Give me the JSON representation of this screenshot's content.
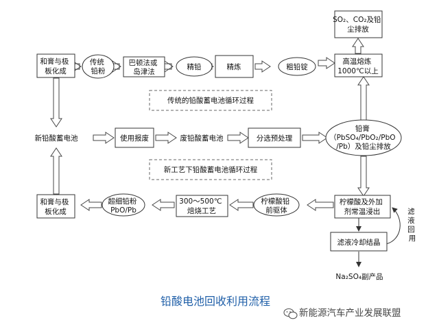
{
  "nodes": {
    "so2_emission": [
      "SO₂、CO₂及铅",
      "尘排放"
    ],
    "high_temp_smelting": [
      "高温熔炼",
      "1000℃以上"
    ],
    "crude_lead_ingot": [
      "粗铅锭"
    ],
    "refining": [
      "精炼"
    ],
    "refined_lead": [
      "精铅"
    ],
    "barton_process": [
      "巴顿法或",
      "岛津法"
    ],
    "traditional_lead_powder": [
      "传统",
      "铅粉"
    ],
    "paste_plate_top": [
      "和膏与极",
      "板化成"
    ],
    "new_battery": [
      "新铅酸蓄电池"
    ],
    "use_scrap": [
      "使用报废"
    ],
    "waste_battery": [
      "废铅酸蓄电池"
    ],
    "sorting_pretreat": [
      "分选预处理"
    ],
    "lead_paste": [
      "铅膏",
      "（PbSO₄/PbO₂/PbO",
      "/Pb）及铅尘排放"
    ],
    "citric_leach": [
      "柠檬酸及外加",
      "剂常温浸出"
    ],
    "lead_citrate_precursor": [
      "柠檬酸铅",
      "前驱体"
    ],
    "roasting": [
      "300～500℃",
      "焙烧工艺"
    ],
    "ultrafine_powder": [
      "超细铅粉",
      "PbO/Pb"
    ],
    "paste_plate_bottom": [
      "和膏与极",
      "板化成"
    ],
    "filtrate_cooling": [
      "滤液冷却结晶"
    ],
    "na2so4": [
      "Na₂SO₄副产品"
    ]
  },
  "labels": {
    "traditional_cycle": "传统的铅酸蓄电池循环过程",
    "new_cycle": "新工艺下铅酸蓄电池循环过程",
    "filtrate_recycle": [
      "滤",
      "液",
      "回",
      "用"
    ]
  },
  "caption": "铅酸电池回收利用流程",
  "watermark": "新能源汽车产业发展联盟",
  "colors": {
    "caption": "#1f5fa8",
    "stroke": "#333333"
  }
}
